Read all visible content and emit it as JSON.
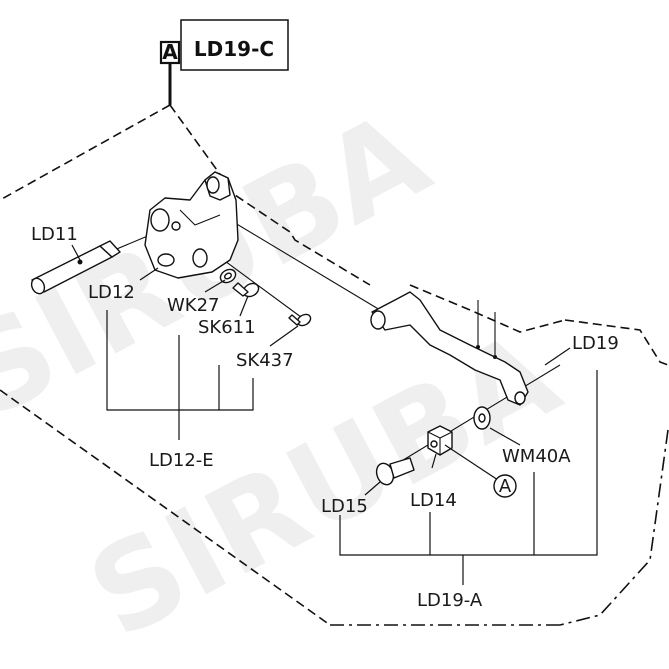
{
  "header": {
    "ref_marker": "A",
    "assembly_code": "LD19-C"
  },
  "watermark": {
    "text": "SIRUBA"
  },
  "callout": {
    "marker": "A"
  },
  "parts": [
    {
      "id": "LD11",
      "label": "LD11"
    },
    {
      "id": "LD12",
      "label": "LD12"
    },
    {
      "id": "WK27",
      "label": "WK27"
    },
    {
      "id": "SK611",
      "label": "SK611"
    },
    {
      "id": "SK437",
      "label": "SK437"
    },
    {
      "id": "LD19",
      "label": "LD19"
    },
    {
      "id": "WM40A",
      "label": "WM40A"
    },
    {
      "id": "LD14",
      "label": "LD14"
    },
    {
      "id": "LD15",
      "label": "LD15"
    }
  ],
  "groups": [
    {
      "id": "LD12-E",
      "label": "LD12-E"
    },
    {
      "id": "LD19-A",
      "label": "LD19-A"
    }
  ]
}
